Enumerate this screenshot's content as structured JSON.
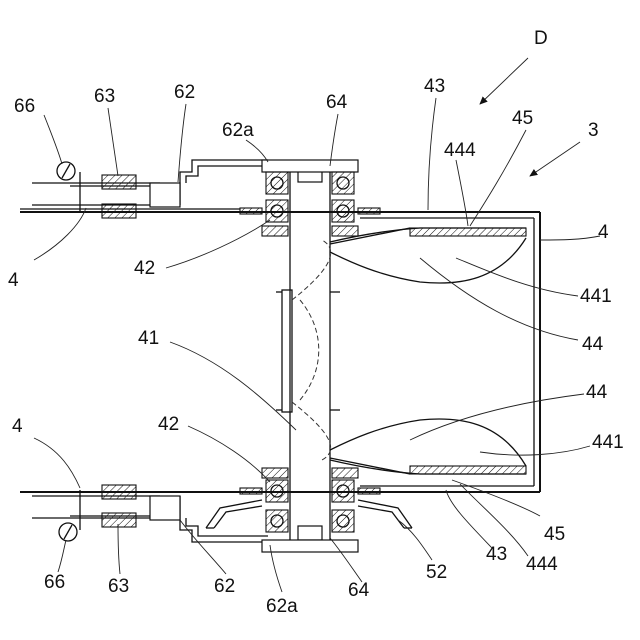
{
  "labels": {
    "D": "D",
    "n3": "3",
    "n4": "4",
    "n41": "41",
    "n42": "42",
    "n43": "43",
    "n44": "44",
    "n441": "441",
    "n444": "444",
    "n45": "45",
    "n52": "52",
    "n62": "62",
    "n62a": "62a",
    "n63": "63",
    "n64": "64",
    "n66": "66"
  }
}
